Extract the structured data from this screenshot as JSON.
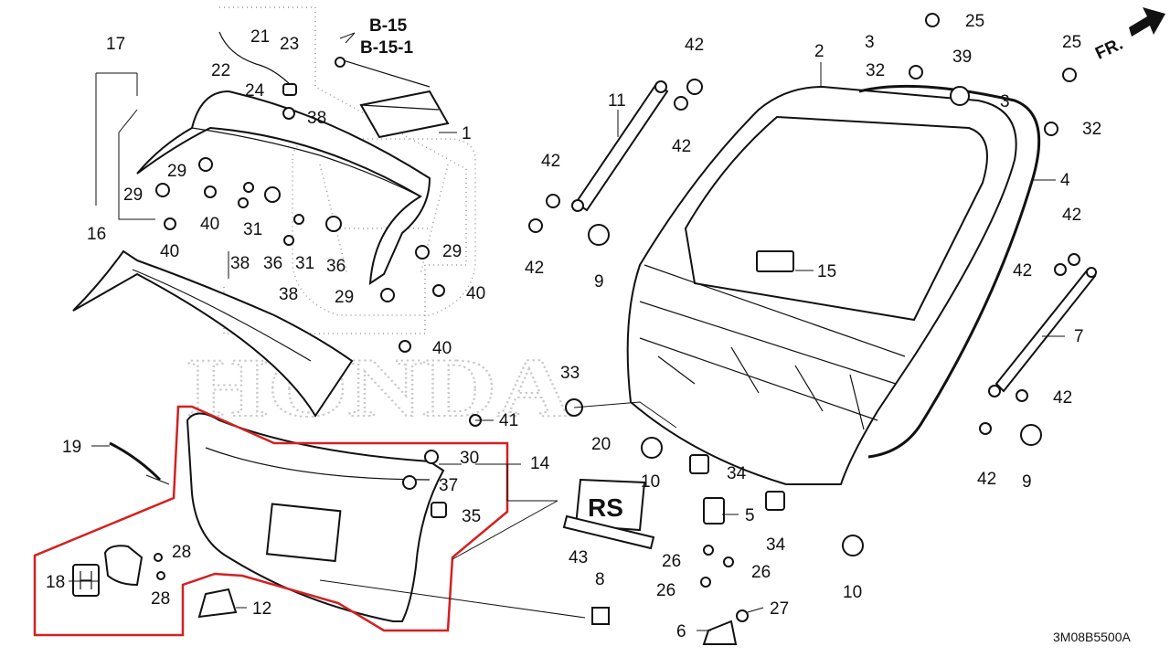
{
  "diagram": {
    "diagram_code": "3M08B5500A",
    "direction_label": "FR.",
    "brand_watermark": "HONDA",
    "reference_labels": [
      "B-15",
      "B-15-1"
    ],
    "callouts": {
      "c1": "1",
      "c2": "2",
      "c3a": "3",
      "c3b": "3",
      "c4": "4",
      "c5": "5",
      "c6": "6",
      "c7": "7",
      "c8": "8",
      "c9a": "9",
      "c9b": "9",
      "c10a": "10",
      "c10b": "10",
      "c11": "11",
      "c12": "12",
      "c14": "14",
      "c15": "15",
      "c16": "16",
      "c17": "17",
      "c18": "18",
      "c19": "19",
      "c20": "20",
      "c21": "21",
      "c22": "22",
      "c23": "23",
      "c24": "24",
      "c25a": "25",
      "c25b": "25",
      "c26a": "26",
      "c26b": "26",
      "c26c": "26",
      "c27": "27",
      "c28a": "28",
      "c28b": "28",
      "c29a": "29",
      "c29b": "29",
      "c29c": "29",
      "c29d": "29",
      "c30": "30",
      "c31a": "31",
      "c31b": "31",
      "c32a": "32",
      "c32b": "32",
      "c33": "33",
      "c34a": "34",
      "c34b": "34",
      "c35": "35",
      "c36a": "36",
      "c36b": "36",
      "c37": "37",
      "c38a": "38",
      "c38b": "38",
      "c38c": "38",
      "c39": "39",
      "c40a": "40",
      "c40b": "40",
      "c40c": "40",
      "c40d": "40",
      "c41": "41",
      "c42a": "42",
      "c42b": "42",
      "c42c": "42",
      "c42d": "42",
      "c42e": "42",
      "c42f": "42",
      "c42g": "42",
      "c43": "43"
    }
  }
}
